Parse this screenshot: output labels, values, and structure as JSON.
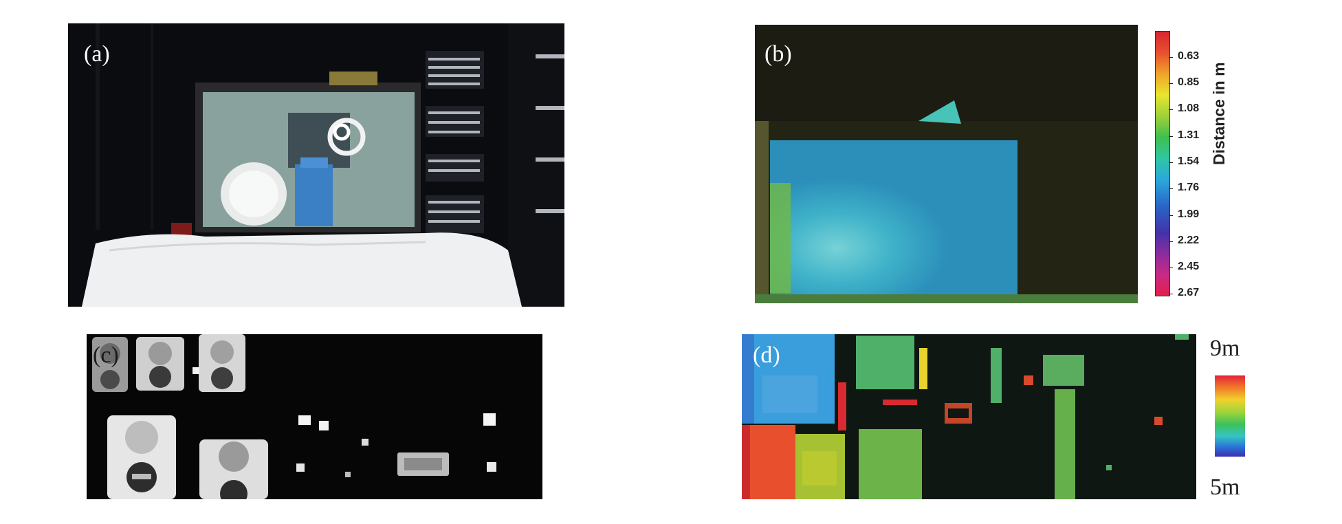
{
  "panels": {
    "a": {
      "label": "(a)"
    },
    "b": {
      "label": "(b)"
    },
    "c": {
      "label": "(c)"
    },
    "d": {
      "label": "(d)"
    }
  },
  "colorbar_b": {
    "title": "Distance in m",
    "ticks": [
      "0.63",
      "0.85",
      "1.08",
      "1.31",
      "1.54",
      "1.76",
      "1.99",
      "2.22",
      "2.45",
      "2.67"
    ]
  },
  "colorbar_d": {
    "top_label": "9m",
    "bottom_label": "5m"
  }
}
